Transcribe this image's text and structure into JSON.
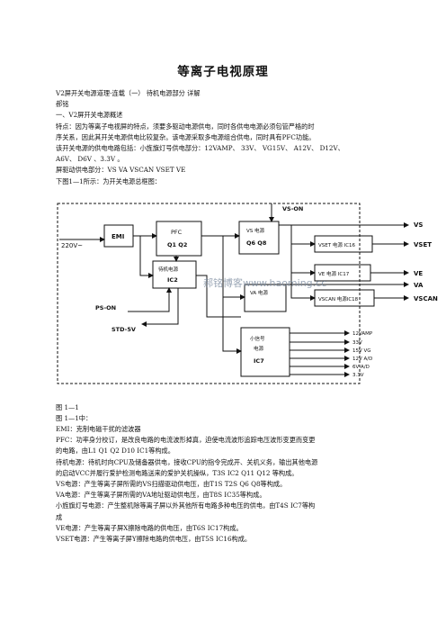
{
  "doc": {
    "title": "等离子电视原理",
    "intro_lines": [
      "V2屏开关电源道理-连载（一） 待机电源部分 详解",
      "郝铭",
      "一、V2屏开关电源概述",
      "特点：因为等离子电视屏的特点，须要多驱动电源供电，同时各供电电源必须包管严格的时",
      "序关系，因此其开关电源供电比较复杂。该电源采取多电源组合供电，同时具有PFC功能。",
      "该开关电源的供电电路包括：小旌旗灯号供电部分：12VAMP、 33V、 VG15V、 A12V、 D12V、",
      "A6V、 D6V 、3.3V 。",
      "屏驱动供电部分：VS VA VSCAN VSET VE",
      "下图1—1所示：为开关电源总框图："
    ],
    "caption_lines": [
      "图 1—1",
      "图 1—1中："
    ],
    "desc_lines": [
      "EMI：克制电磁干扰的滤波器",
      "PFC：功率身分校订，是改良电路的电流波形掉真，迫使电流波形追踪电压波形变更而变更",
      "的电路，由L1 Q1 Q2 D10 IC1等构成。",
      "待机电源：待机时向CPU及储备器供电，接收CPU的指令完成开、关机义务，输出其他电源",
      "的启动VCC并履行爱护检测电路送来的爱护关机操纵，T3S IC2 Q11 Q12 等构成。",
      "VS电源：产生等离子屏所需的VS扫描驱动供电压，由T1S T2S Q6 Q8等构成。",
      "VA电源：产生等离子屏所需的VA地址驱动供电压，由T8S IC35等构成。",
      "小旌旗灯号电源：产生整机除等离子屏以外其他所有电路多种电压的供电，由T4S IC7等构",
      "成",
      "VE电源：产生等离子屏X擦除电路的供电压，由T6S IC17构成。",
      "VSET电源：产生等离子屏Y擦除电路的供电压，由T5S IC16构成。"
    ]
  },
  "diagram": {
    "input_label": "220V~",
    "emi_label": "EMI",
    "pfc_line1": "PFC",
    "pfc_line2": "Q1 Q2",
    "standby_line1": "待机电源",
    "standby_line2": "IC2",
    "vs_line1": "VS 电源",
    "vs_line2": "Q6 Q8",
    "va_line1": "VA 电源",
    "small_line1": "小信号",
    "small_line2": "电源",
    "small_line3": "IC7",
    "vset_box": "VSET 电源 IC16",
    "ve_box": "VE 电源 IC17",
    "vscan_box": "VSCAN 电源IC18",
    "vs_on": "VS-ON",
    "ps_on": "PS-ON",
    "std5v": "STD-5V",
    "out_vs": "VS",
    "out_vset": "VSET",
    "out_ve": "VE",
    "out_va": "VA",
    "out_vscan": "VSCAN",
    "small_outputs": [
      "12VAMP",
      "33V",
      "15V  VG",
      "12V A/D",
      "6V  A/D",
      "3.3V"
    ],
    "watermark": "郝铭博客www.haoming.cc"
  }
}
